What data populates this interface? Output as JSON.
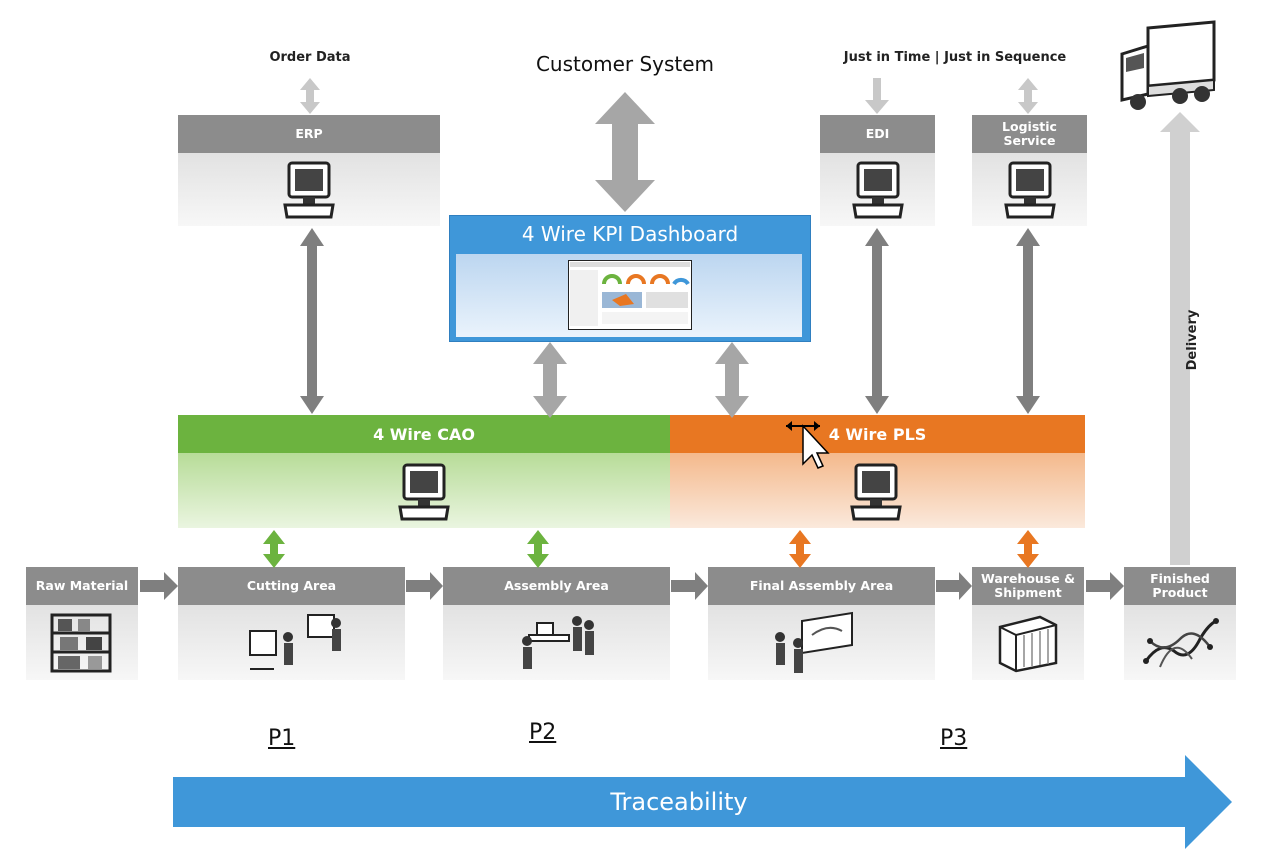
{
  "top": {
    "order_data": "Order Data",
    "customer_system": "Customer System",
    "jit_jis": "Just in Time | Just in Sequence"
  },
  "boxes": {
    "erp": "ERP",
    "edi": "EDI",
    "logistic": "Logistic Service"
  },
  "dashboard": {
    "title": "4 Wire KPI Dashboard"
  },
  "bands": {
    "cao": "4 Wire CAO",
    "pls": "4 Wire PLS"
  },
  "process": {
    "raw_material": "Raw Material",
    "cutting": "Cutting Area",
    "assembly": "Assembly Area",
    "final_assembly": "Final Assembly Area",
    "warehouse": "Warehouse & Shipment",
    "finished": "Finished Product"
  },
  "delivery": "Delivery",
  "phases": {
    "p1": "P1",
    "p2": "P2",
    "p3": "P3"
  },
  "traceability": "Traceability",
  "colors": {
    "green": "#6cb33f",
    "orange": "#e87722",
    "blue": "#3f97d9",
    "gray_header": "#8c8c8c",
    "arrow_gray": "#8a8a8a"
  }
}
